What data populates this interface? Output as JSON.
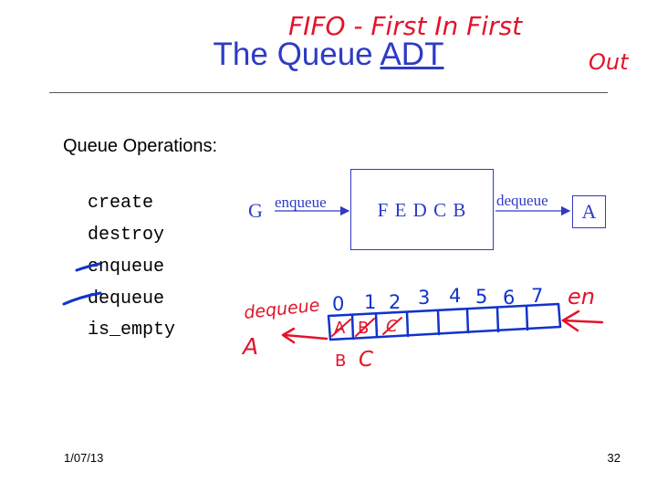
{
  "slide": {
    "title_pre": "The Queue ",
    "title_link": "ADT",
    "section_heading": "Queue Operations:",
    "operations": [
      "create",
      "destroy",
      "enqueue",
      "dequeue",
      "is_empty"
    ],
    "footer_date": "1/07/13",
    "page_number": "32"
  },
  "diagram": {
    "input_item": "G",
    "enqueue_label": "enqueue",
    "queue_contents": "F E D C B",
    "dequeue_label": "dequeue",
    "output_item": "A"
  },
  "ink": {
    "color_red": "#e3132a",
    "color_blue": "#1133cc",
    "title_note_line1": "FIFO - First In First",
    "title_note_line2": "Out",
    "dequeue_word": "dequeue",
    "enqueue_word": "en",
    "indices": [
      "0",
      "1",
      "2",
      "3",
      "4",
      "5",
      "6",
      "7"
    ],
    "cell_letters": [
      "A",
      "B",
      "C"
    ],
    "removed_letter": "A",
    "below_letters": [
      "B",
      "C"
    ]
  }
}
